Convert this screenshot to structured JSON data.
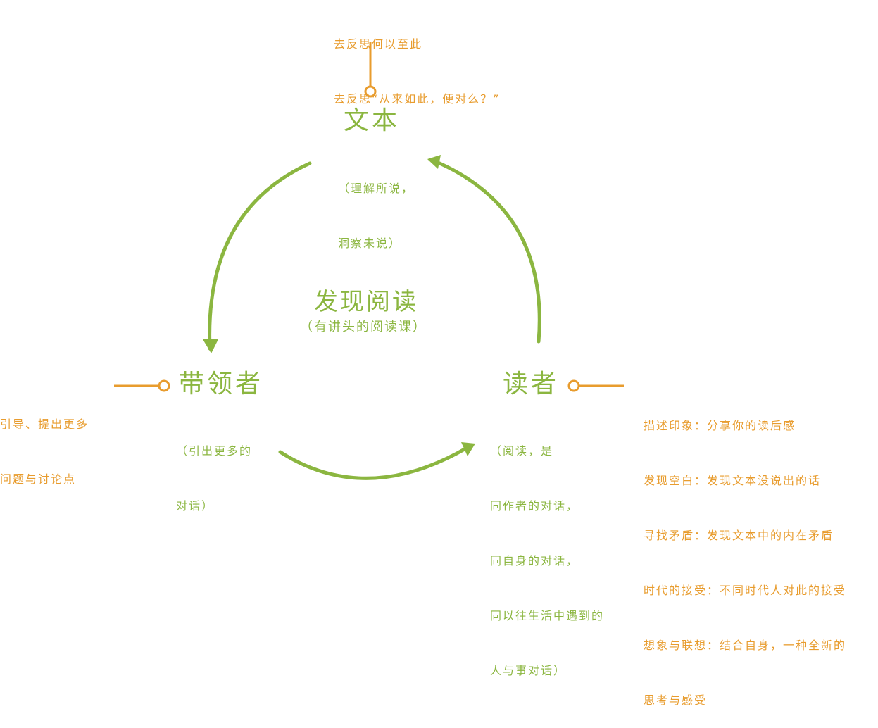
{
  "colors": {
    "primary": "#8bb640",
    "accent": "#e89c2e"
  },
  "center": {
    "title": "发现阅读",
    "subtitle": "（有讲头的阅读课）"
  },
  "nodes": {
    "text": {
      "title": "文本",
      "desc": [
        "（理解所说，",
        "洞察未说）"
      ],
      "note": [
        "去反思何以至此",
        "去反思“从来如此，便对么？”"
      ]
    },
    "leader": {
      "title": "带领者",
      "desc": [
        "（引出更多的",
        "对话）"
      ],
      "note": [
        "引导、提出更多",
        "问题与讨论点"
      ]
    },
    "reader": {
      "title": "读者",
      "desc": [
        "（阅读，是",
        "同作者的对话，",
        "同自身的对话，",
        "同以往生活中遇到的",
        "人与事对话）"
      ],
      "note": [
        "描述印象：分享你的读后感",
        "发现空白：发现文本没说出的话",
        "寻找矛盾：发现文本中的内在矛盾",
        "时代的接受：不同时代人对此的接受",
        "想象与联想：结合自身，一种全新的",
        "思考与感受"
      ]
    }
  }
}
